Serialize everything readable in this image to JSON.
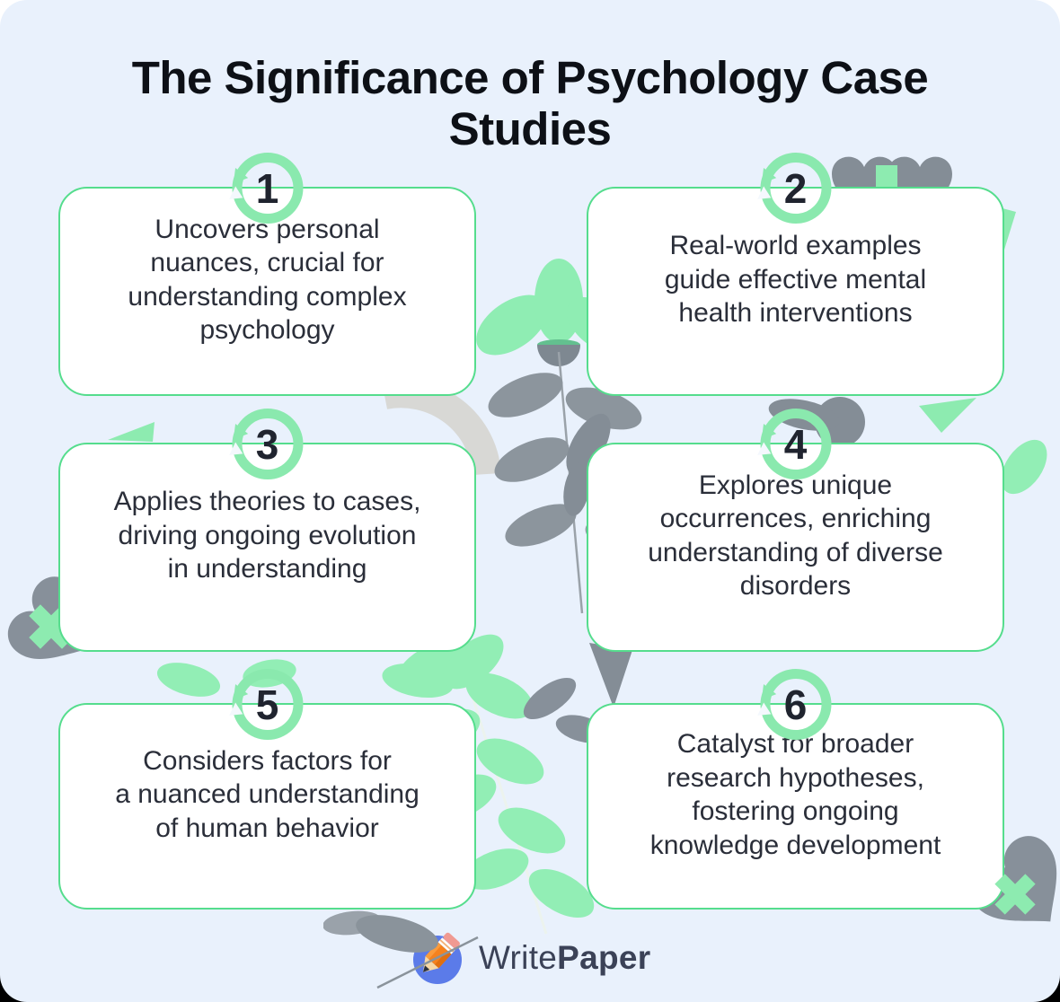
{
  "title": "The Significance of Psychology Case\nStudies",
  "cards": [
    {
      "number": "1",
      "text": "Uncovers personal\nnuances, crucial for\nunderstanding complex\npsychology"
    },
    {
      "number": "2",
      "text": "Real-world examples\nguide effective mental\nhealth interventions"
    },
    {
      "number": "3",
      "text": "Applies theories to cases,\ndriving ongoing evolution\nin understanding"
    },
    {
      "number": "4",
      "text": "Explores unique\noccurrences, enriching\nunderstanding of diverse\ndisorders"
    },
    {
      "number": "5",
      "text": "Considers factors for\na nuanced understanding\nof human behavior"
    },
    {
      "number": "6",
      "text": "Catalyst for broader\nresearch hypotheses,\nfostering ongoing\nknowledge development"
    }
  ],
  "footer": {
    "brand": {
      "regular": "Write",
      "bold": "Paper"
    }
  },
  "icons": [
    "pencil-icon",
    "circular-arrow-ring-icon",
    "flower-illustration",
    "leaf-branch-illustration",
    "heart-leaf-icon",
    "cross-icon"
  ],
  "colors": {
    "background": "#E9F1FC",
    "card_border": "#55DD8D",
    "badge_ring": "#8AE9AE",
    "accent_green": "#8DEBB0",
    "foliage_gray": "#87909A",
    "arc_gray": "#D8D8D5",
    "title_text": "#0D1016",
    "card_text": "#2A2E39",
    "brand_text": "#3B4257",
    "logo_circle": "#5B7BE9",
    "pencil_orange": "#F5821E"
  }
}
